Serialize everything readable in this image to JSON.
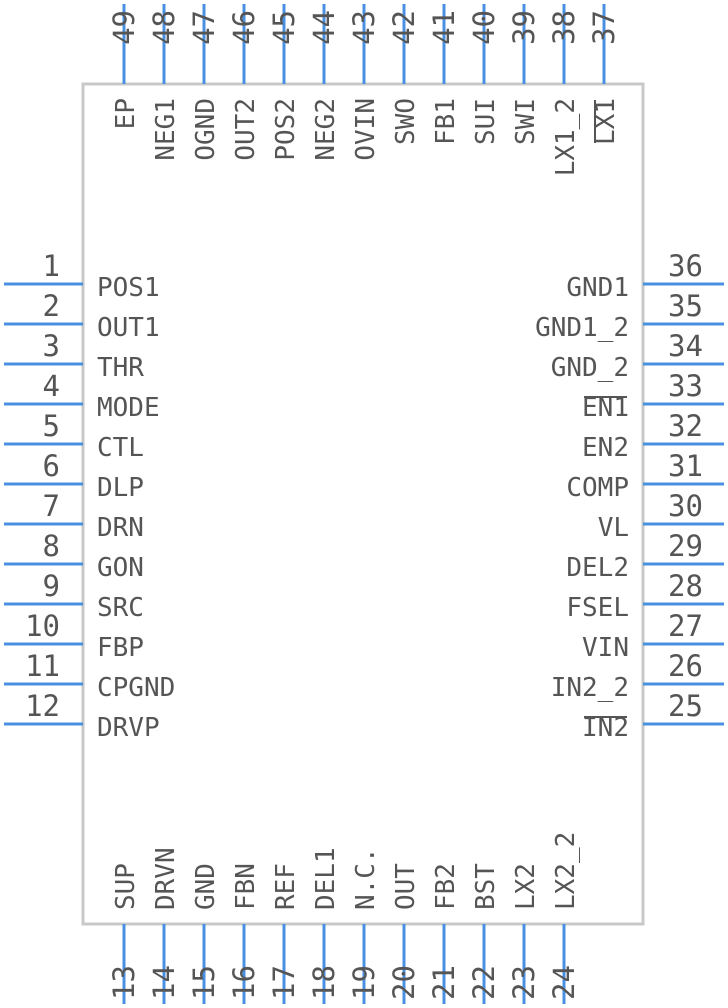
{
  "colors": {
    "pin": "#4a90e2",
    "body_stroke": "#c8c8c8",
    "text": "#555555",
    "background": "#ffffff"
  },
  "left_pins": [
    {
      "num": "1",
      "name": "POS1"
    },
    {
      "num": "2",
      "name": "OUT1"
    },
    {
      "num": "3",
      "name": "THR"
    },
    {
      "num": "4",
      "name": "MODE"
    },
    {
      "num": "5",
      "name": "CTL"
    },
    {
      "num": "6",
      "name": "DLP"
    },
    {
      "num": "7",
      "name": "DRN"
    },
    {
      "num": "8",
      "name": "GON"
    },
    {
      "num": "9",
      "name": "SRC"
    },
    {
      "num": "10",
      "name": "FBP"
    },
    {
      "num": "11",
      "name": "CPGND"
    },
    {
      "num": "12",
      "name": "DRVP"
    }
  ],
  "right_pins": [
    {
      "num": "36",
      "name": "GND1"
    },
    {
      "num": "35",
      "name": "GND1_2"
    },
    {
      "num": "34",
      "name": "GND_2"
    },
    {
      "num": "33",
      "name": "EN1",
      "overbar": true
    },
    {
      "num": "32",
      "name": "EN2"
    },
    {
      "num": "31",
      "name": "COMP"
    },
    {
      "num": "30",
      "name": "VL"
    },
    {
      "num": "29",
      "name": "DEL2"
    },
    {
      "num": "28",
      "name": "FSEL"
    },
    {
      "num": "27",
      "name": "VIN"
    },
    {
      "num": "26",
      "name": "IN2_2"
    },
    {
      "num": "25",
      "name": "IN2",
      "overbar": true
    }
  ],
  "bottom_pins": [
    {
      "num": "13",
      "name": "SUP"
    },
    {
      "num": "14",
      "name": "DRVN"
    },
    {
      "num": "15",
      "name": "GND"
    },
    {
      "num": "16",
      "name": "FBN"
    },
    {
      "num": "17",
      "name": "REF"
    },
    {
      "num": "18",
      "name": "DEL1"
    },
    {
      "num": "19",
      "name": "N.C."
    },
    {
      "num": "20",
      "name": "OUT"
    },
    {
      "num": "21",
      "name": "FB2"
    },
    {
      "num": "22",
      "name": "BST"
    },
    {
      "num": "23",
      "name": "LX2"
    },
    {
      "num": "24",
      "name": "LX2_2"
    }
  ],
  "top_pins": [
    {
      "num": "49",
      "name": "EP"
    },
    {
      "num": "48",
      "name": "NEG1"
    },
    {
      "num": "47",
      "name": "OGND"
    },
    {
      "num": "46",
      "name": "OUT2"
    },
    {
      "num": "45",
      "name": "POS2"
    },
    {
      "num": "44",
      "name": "NEG2"
    },
    {
      "num": "43",
      "name": "OVIN"
    },
    {
      "num": "42",
      "name": "SWO"
    },
    {
      "num": "41",
      "name": "FB1"
    },
    {
      "num": "40",
      "name": "SUI"
    },
    {
      "num": "39",
      "name": "SWI"
    },
    {
      "num": "38",
      "name": "LX1_2"
    },
    {
      "num": "37",
      "name": "LX1",
      "overbar": true
    }
  ]
}
